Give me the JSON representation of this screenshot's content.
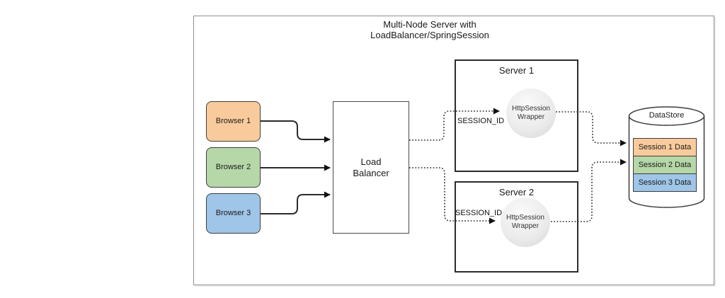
{
  "diagram": {
    "title": "Multi-Node Server with\nLoadBalancer/SpringSession",
    "browsers": [
      {
        "label": "Browser 1",
        "color": "#F9CB9C"
      },
      {
        "label": "Browser 2",
        "color": "#B6D7A8"
      },
      {
        "label": "Browser 3",
        "color": "#9FC5E8"
      }
    ],
    "load_balancer": {
      "label": "Load\nBalancer"
    },
    "servers": [
      {
        "title": "Server 1",
        "session_label": "SESSION_ID",
        "wrapper_label": "HttpSession\nWrapper"
      },
      {
        "title": "Server 2",
        "session_label": "SESSION_ID",
        "wrapper_label": "HttpSession\nWrapper"
      }
    ],
    "datastore": {
      "title": "DataStore",
      "rows": [
        {
          "label": "Session 1 Data",
          "color": "#F9CB9C"
        },
        {
          "label": "Session 2 Data",
          "color": "#B6D7A8"
        },
        {
          "label": "Session 3 Data",
          "color": "#9FC5E8"
        }
      ]
    }
  }
}
